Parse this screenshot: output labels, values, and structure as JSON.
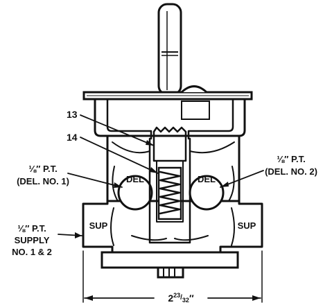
{
  "callouts": {
    "part_13": "13",
    "part_14": "14",
    "del1_line1": "⅛″ P.T.",
    "del1_line2": "(DEL. NO. 1)",
    "del2_line1": "⅛″ P.T.",
    "del2_line2": "(DEL. NO. 2)",
    "supply_line1": "⅛″ P.T.",
    "supply_line2": "SUPPLY",
    "supply_line3": "NO. 1 & 2"
  },
  "body_marks": {
    "del_left": "DEL",
    "del_right": "DEL",
    "sup_left": "SUP",
    "sup_right": "SUP"
  },
  "dimension": {
    "whole": "2",
    "numerator": "23",
    "denominator": "32",
    "unit": "″"
  },
  "colors": {
    "ink": "#111111",
    "paper": "#ffffff"
  }
}
